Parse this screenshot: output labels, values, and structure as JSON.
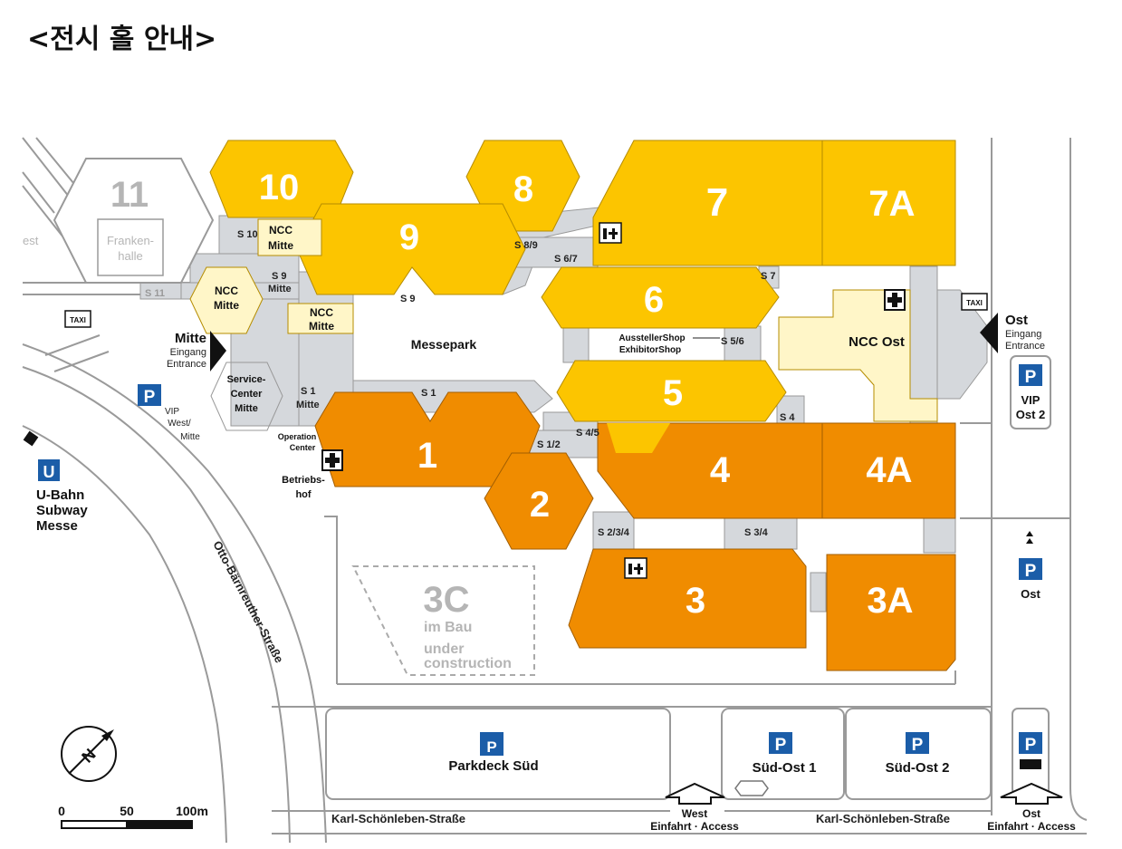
{
  "title": "<전시 홀 안내>",
  "colors": {
    "hall_yellow": "#FCC500",
    "hall_orange": "#F08C00",
    "pale_yellow": "#FFF6C8",
    "walkway": "#D5D8DC",
    "hall_11": "#FFFFFF",
    "parking_blue": "#1B5DA8",
    "outline": "#888888"
  },
  "halls": {
    "h10": "10",
    "h8": "8",
    "h7": "7",
    "h7a": "7A",
    "h9": "9",
    "h6": "6",
    "h5": "5",
    "h4": "4",
    "h4a": "4A",
    "h1": "1",
    "h2": "2",
    "h3": "3",
    "h3a": "3A",
    "h11": "11",
    "h3c": "3C"
  },
  "labels": {
    "frankenhalle": [
      "Franken-",
      "halle"
    ],
    "ncc_mitte": [
      "NCC",
      "Mitte"
    ],
    "ncc_ost": "NCC Ost",
    "messepark": "Messepark",
    "service_center": [
      "Service-",
      "Center",
      "Mitte"
    ],
    "operation_center": [
      "Operation",
      "Center"
    ],
    "betriebshof": [
      "Betriebs-",
      "hof"
    ],
    "exhibitor_shop": [
      "AusstellerShop",
      "ExhibitorShop"
    ],
    "under_construction": [
      "im Bau",
      "under",
      "construction"
    ],
    "west_fragment": "est"
  },
  "walkways": {
    "s10": "S 10",
    "s9": "S 9",
    "s9_mitte": "S 9",
    "mitte": "Mitte",
    "s11": "S 11",
    "s8_9": "S 8/9",
    "s6_7": "S 6/7",
    "s7": "S 7",
    "s5_6": "S 5/6",
    "s4": "S 4",
    "s4_5": "S 4/5",
    "s1_2": "S 1/2",
    "s1": "S 1",
    "s1_mitte": "S 1",
    "s2_3_4": "S 2/3/4",
    "s3_4": "S 3/4"
  },
  "entrances": {
    "mitte": {
      "name": "Mitte",
      "sub1": "Eingang",
      "sub2": "Entrance"
    },
    "ost": {
      "name": "Ost",
      "sub1": "Eingang",
      "sub2": "Entrance"
    },
    "west_access": {
      "name": "West",
      "sub": "Einfahrt · Access"
    },
    "ost_access": {
      "name": "Ost",
      "sub": "Einfahrt · Access"
    }
  },
  "parking": {
    "symbol": "P",
    "vip_west": [
      "VIP",
      "West/",
      "Mitte"
    ],
    "vip_ost2": [
      "VIP",
      "Ost 2"
    ],
    "ost": "Ost",
    "parkdeck_sued": "Parkdeck Süd",
    "sued_ost_1": "Süd-Ost 1",
    "sued_ost_2": "Süd-Ost 2"
  },
  "transit": {
    "symbol": "U",
    "ubahn": [
      "U-Bahn",
      "Subway",
      "Messe"
    ],
    "taxi": "TAXI"
  },
  "streets": {
    "otto": "Otto-Bärnreuther-Straße",
    "karl_left": "Karl-Schönleben-Straße",
    "karl_right": "Karl-Schönleben-Straße"
  },
  "scale": {
    "s0": "0",
    "s50": "50",
    "s100": "100m"
  },
  "icons": {
    "compass": "compass-north-icon",
    "first_aid": "first-aid-cross-icon",
    "restaurant": "restaurant-icon",
    "taxi": "taxi-sign-icon",
    "parking": "parking-sign-icon",
    "subway": "subway-sign-icon",
    "entrance_arrow": "entrance-arrow-icon"
  }
}
